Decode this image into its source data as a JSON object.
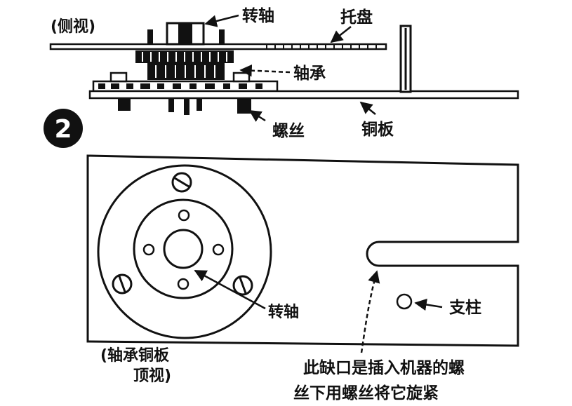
{
  "figure_number": "2",
  "side_view": {
    "caption": "(侧视)",
    "labels": {
      "shaft": "转轴",
      "tray": "托盘",
      "bearing": "轴承",
      "screw": "螺丝",
      "copper_plate": "铜板"
    }
  },
  "top_view": {
    "caption_line1": "(轴承铜板",
    "caption_line2": "顶视)",
    "labels": {
      "shaft": "转轴",
      "post": "支柱"
    },
    "notch_note_line1": "此缺口是插入机器的螺",
    "notch_note_line2": "丝下用螺丝将它旋紧"
  },
  "colors": {
    "ink": "#111111",
    "paper": "#ffffff"
  }
}
